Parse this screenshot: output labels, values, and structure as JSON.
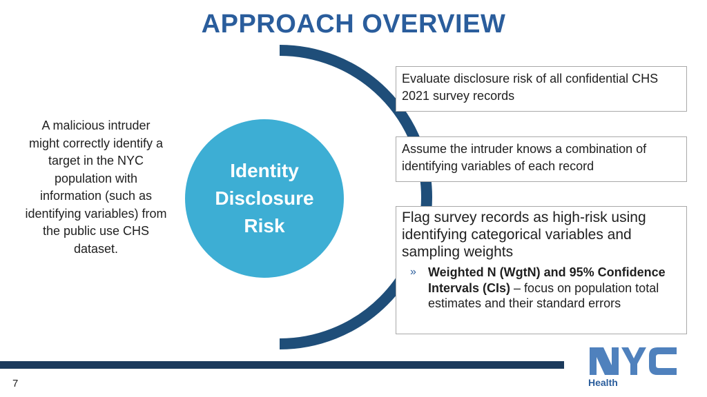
{
  "slide": {
    "title": "APPROACH OVERVIEW",
    "intro_text": "A malicious intruder might correctly identify a target in the NYC population with information (such as identifying variables) from the public use CHS dataset.",
    "center_label_line1": "Identity",
    "center_label_line2": "Disclosure",
    "center_label_line3": "Risk",
    "boxes": [
      {
        "text": "Evaluate disclosure risk of all confidential CHS 2021 survey records"
      },
      {
        "text": "Assume the intruder knows a combination of identifying variables of each record"
      },
      {
        "text": "Flag survey records as high-risk using identifying categorical variables and sampling weights",
        "bullet_marker": "»",
        "bullet_bold": "Weighted N (WgtN) and 95% Confidence Intervals (CIs)",
        "bullet_rest": " – focus on population total estimates and their standard errors"
      }
    ],
    "page_number": "7",
    "logo_label": "Health",
    "colors": {
      "title": "#2a5d9c",
      "circle": "#3daed4",
      "arc": "#1f4e79",
      "footer_bar": "#1b3a5c"
    }
  }
}
